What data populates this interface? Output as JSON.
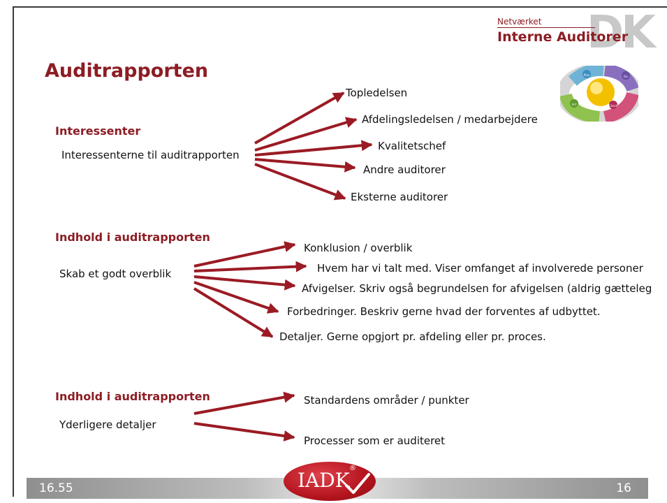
{
  "header_logo": {
    "network_text": "Netværket",
    "org_text": "Interne Auditorer",
    "country_text": "DK"
  },
  "pdca_icon": {
    "plan": "Plan",
    "do": "Do",
    "check": "Check",
    "act": "Act"
  },
  "title": "Auditrapporten",
  "sections": [
    {
      "heading": "Interessenter",
      "source": "Interessenterne til auditrapporten",
      "targets": [
        "Topledelsen",
        "Afdelingsledelsen / medarbejdere",
        "Kvalitetschef",
        "Andre auditorer",
        "Eksterne auditorer"
      ]
    },
    {
      "heading": "Indhold i auditrapporten",
      "source": "Skab et godt overblik",
      "targets": [
        "Konklusion / overblik",
        "Hvem har vi talt med. Viser omfanget af involverede personer",
        "Afvigelser. Skriv også begrundelsen for afvigelsen (aldrig gætteleg",
        "Forbedringer. Beskriv gerne hvad der forventes af udbyttet.",
        "Detaljer. Gerne opgjort pr. afdeling eller pr. proces."
      ]
    },
    {
      "heading": "Indhold i auditrapporten",
      "source": "Yderligere detaljer",
      "targets": [
        "Standardens områder / punkter",
        "Processer som er auditeret"
      ]
    }
  ],
  "footer": {
    "time": "16.55",
    "logo_text": "IADK",
    "registered": "®",
    "page_number": "16"
  },
  "colors": {
    "accent": "#8c1d24",
    "arrow": "#9a1b24",
    "footer_bar": "#a8a8a8"
  }
}
